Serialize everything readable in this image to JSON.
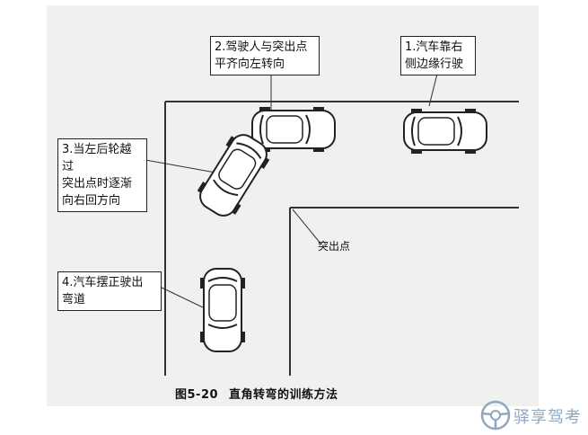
{
  "callouts": {
    "step1": [
      "1.汽车靠右",
      "侧边缘行驶"
    ],
    "step2": [
      "2.驾驶人与突出点",
      "平齐向左转向"
    ],
    "step3": [
      "3.当左后轮越过",
      "突出点时逐渐",
      "向右回方向"
    ],
    "step4": [
      "4.汽车摆正驶出",
      "弯道"
    ]
  },
  "corner_label": "突出点",
  "caption": {
    "figure_no": "图5-20",
    "title": "直角转弯的训练方法"
  },
  "watermark": "驿享驾考"
}
